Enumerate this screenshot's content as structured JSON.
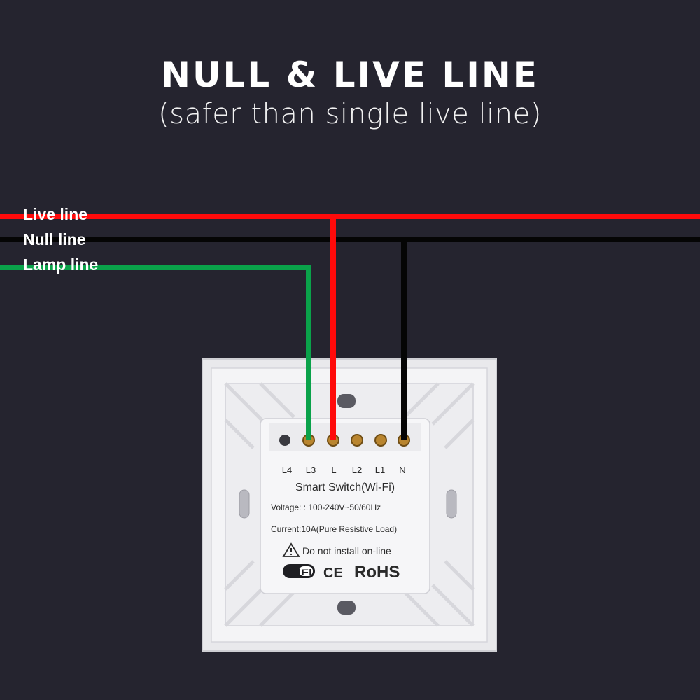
{
  "title": "NULL & LIVE LINE",
  "subtitle": "(safer than single live line)",
  "wires": {
    "live": {
      "label": "Live line",
      "color": "#ff0a0a"
    },
    "null": {
      "label": "Null line",
      "color": "#050505"
    },
    "lamp": {
      "label": "Lamp line",
      "color": "#0aa24a"
    }
  },
  "terminals": [
    "L4",
    "L3",
    "L",
    "L2",
    "L1",
    "N"
  ],
  "device": {
    "name": "Smart Switch(Wi-Fi)",
    "voltage": "Voltage: : 100-240V~50/60Hz",
    "current": "Current:10A(Pure Resistive Load)",
    "warning": "Do not install on-line",
    "wifi_badge": "WiFi",
    "ce_mark": "CE",
    "rohs_mark": "RoHS"
  },
  "icons": [
    "warning-triangle-icon",
    "wifi-logo-icon"
  ]
}
